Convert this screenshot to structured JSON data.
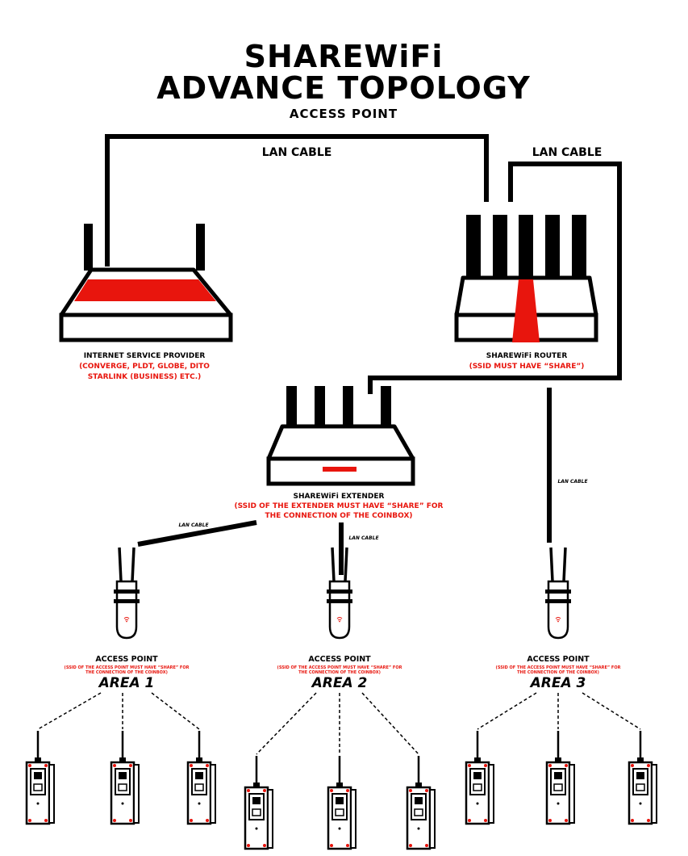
{
  "title": {
    "line1": "SHAREWiFi",
    "line2": "ADVANCE TOPOLOGY",
    "subtitle": "ACCESS POINT"
  },
  "cables": {
    "isp_to_router": "LAN CABLE",
    "router_to_extender": "LAN CABLE",
    "router_to_ap3": "LAN CABLE",
    "extender_to_ap1": "LAN CABLE",
    "extender_to_ap2": "LAN CABLE"
  },
  "isp": {
    "name": "INTERNET SERVICE PROVIDER",
    "detail_line1": "(CONVERGE, PLDT, GLOBE, DITO",
    "detail_line2": "STARLINK (BUSINESS) ETC.)"
  },
  "router": {
    "name": "SHAREWiFi ROUTER",
    "detail": "(SSID MUST HAVE “SHARE”)"
  },
  "extender": {
    "name": "SHAREWiFi EXTENDER",
    "detail_line1": "(SSID OF THE EXTENDER MUST HAVE “SHARE” FOR",
    "detail_line2": "THE CONNECTION OF THE COINBOX)"
  },
  "access_points": [
    {
      "label": "ACCESS POINT",
      "note_line1": "(SSID OF THE ACCESS POINT MUST HAVE “SHARE” FOR",
      "note_line2": "THE CONNECTION OF THE COINBOX)",
      "area": "AREA 1"
    },
    {
      "label": "ACCESS POINT",
      "note_line1": "(SSID OF THE ACCESS POINT MUST HAVE “SHARE” FOR",
      "note_line2": "THE CONNECTION OF THE COINBOX)",
      "area": "AREA 2"
    },
    {
      "label": "ACCESS POINT",
      "note_line1": "(SSID OF THE ACCESS POINT MUST HAVE “SHARE” FOR",
      "note_line2": "THE CONNECTION OF THE COINBOX)",
      "area": "AREA 3"
    }
  ],
  "colors": {
    "ink": "#000000",
    "accent": "#e8150d",
    "background": "#ffffff"
  },
  "icons": {
    "isp": "modem-icon",
    "router": "router-icon",
    "extender": "extender-icon",
    "access_point": "access-point-icon",
    "coinbox": "coinbox-icon"
  }
}
